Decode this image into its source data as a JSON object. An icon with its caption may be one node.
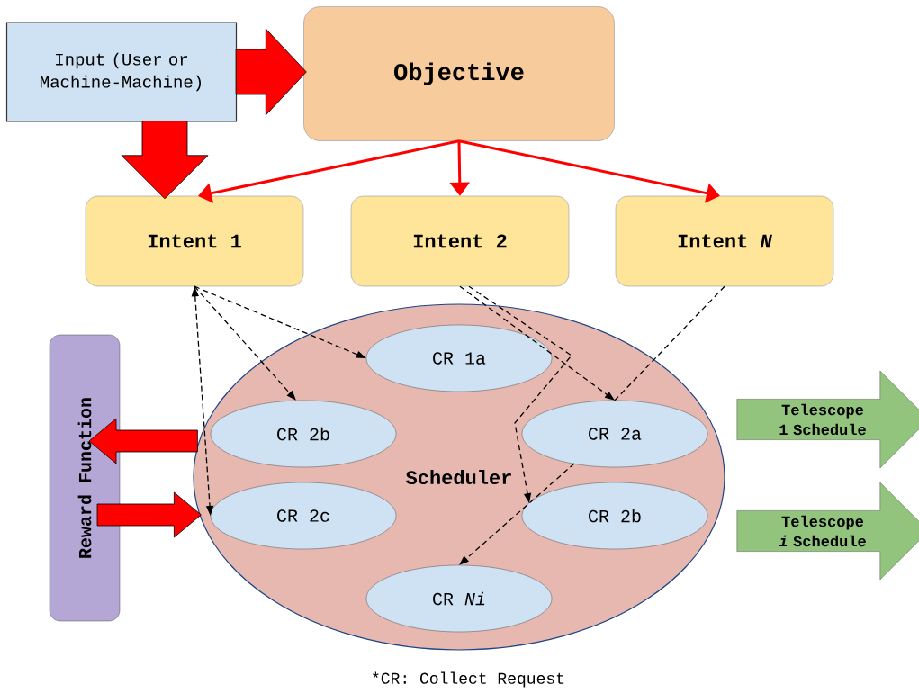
{
  "diagram": {
    "caption": "*CR: Collect Request",
    "nodes": [
      {
        "text": [
          "Input (User or Machine-Machine)"
        ]
      },
      {
        "text": [
          "Objective"
        ]
      },
      {
        "text": [
          "Intent 1"
        ]
      },
      {
        "text": [
          "Intent 2"
        ]
      },
      {
        "text": [
          "Intent *N*"
        ]
      },
      {
        "text": [
          "Reward Function"
        ]
      },
      {
        "text": [
          "Scheduler"
        ]
      },
      {
        "text": [
          "CR 1a"
        ],
        "in": 6
      },
      {
        "text": [
          "CR 2b"
        ],
        "in": 6
      },
      {
        "text": [
          "CR 2a"
        ],
        "in": 6
      },
      {
        "text": [
          "CR 2c"
        ],
        "in": 6
      },
      {
        "text": [
          "CR 2b"
        ],
        "in": 6
      },
      {
        "text": [
          "CR *Ni*"
        ],
        "in": 6
      },
      {
        "text": [
          "Telescope 1 Schedule"
        ]
      },
      {
        "text": [
          "Telescope *i* Schedule"
        ]
      }
    ],
    "edges": [
      {
        "from": 0,
        "to": 1,
        "arrow": "to",
        "style": "thick",
        "color": "#ff0000"
      },
      {
        "from": 0,
        "to": 2,
        "arrow": "to",
        "style": "thick",
        "color": "#ff0000"
      },
      {
        "from": 1,
        "to": 2,
        "arrow": "to",
        "style": "thick",
        "color": "#ff0000"
      },
      {
        "from": 1,
        "to": 3,
        "arrow": "to",
        "style": "thick",
        "color": "#ff0000"
      },
      {
        "from": 1,
        "to": 4,
        "arrow": "to",
        "style": "thick",
        "color": "#ff0000"
      },
      {
        "from": 2,
        "to": 7,
        "arrow": "to",
        "style": "dashed",
        "color": "#000000"
      },
      {
        "from": 2,
        "to": 8,
        "arrow": "to",
        "style": "dashed",
        "color": "#000000"
      },
      {
        "from": 2,
        "to": 10,
        "arrow": "both",
        "style": "dashed",
        "color": "#000000"
      },
      {
        "from": 3,
        "to": 9,
        "arrow": "to",
        "style": "dashed",
        "color": "#000000"
      },
      {
        "from": 3,
        "to": 11,
        "arrow": "to",
        "style": "dashed",
        "color": "#000000"
      },
      {
        "from": 4,
        "to": 9,
        "arrow": "none",
        "style": "dashed",
        "color": "#000000"
      },
      {
        "from": 9,
        "to": 12,
        "arrow": "to",
        "style": "dashed",
        "color": "#000000"
      },
      {
        "from": 6,
        "to": 5,
        "arrow": "to",
        "style": "thick",
        "color": "#ff0000"
      },
      {
        "from": 5,
        "to": 6,
        "arrow": "to",
        "style": "thick",
        "color": "#ff0000"
      }
    ]
  }
}
